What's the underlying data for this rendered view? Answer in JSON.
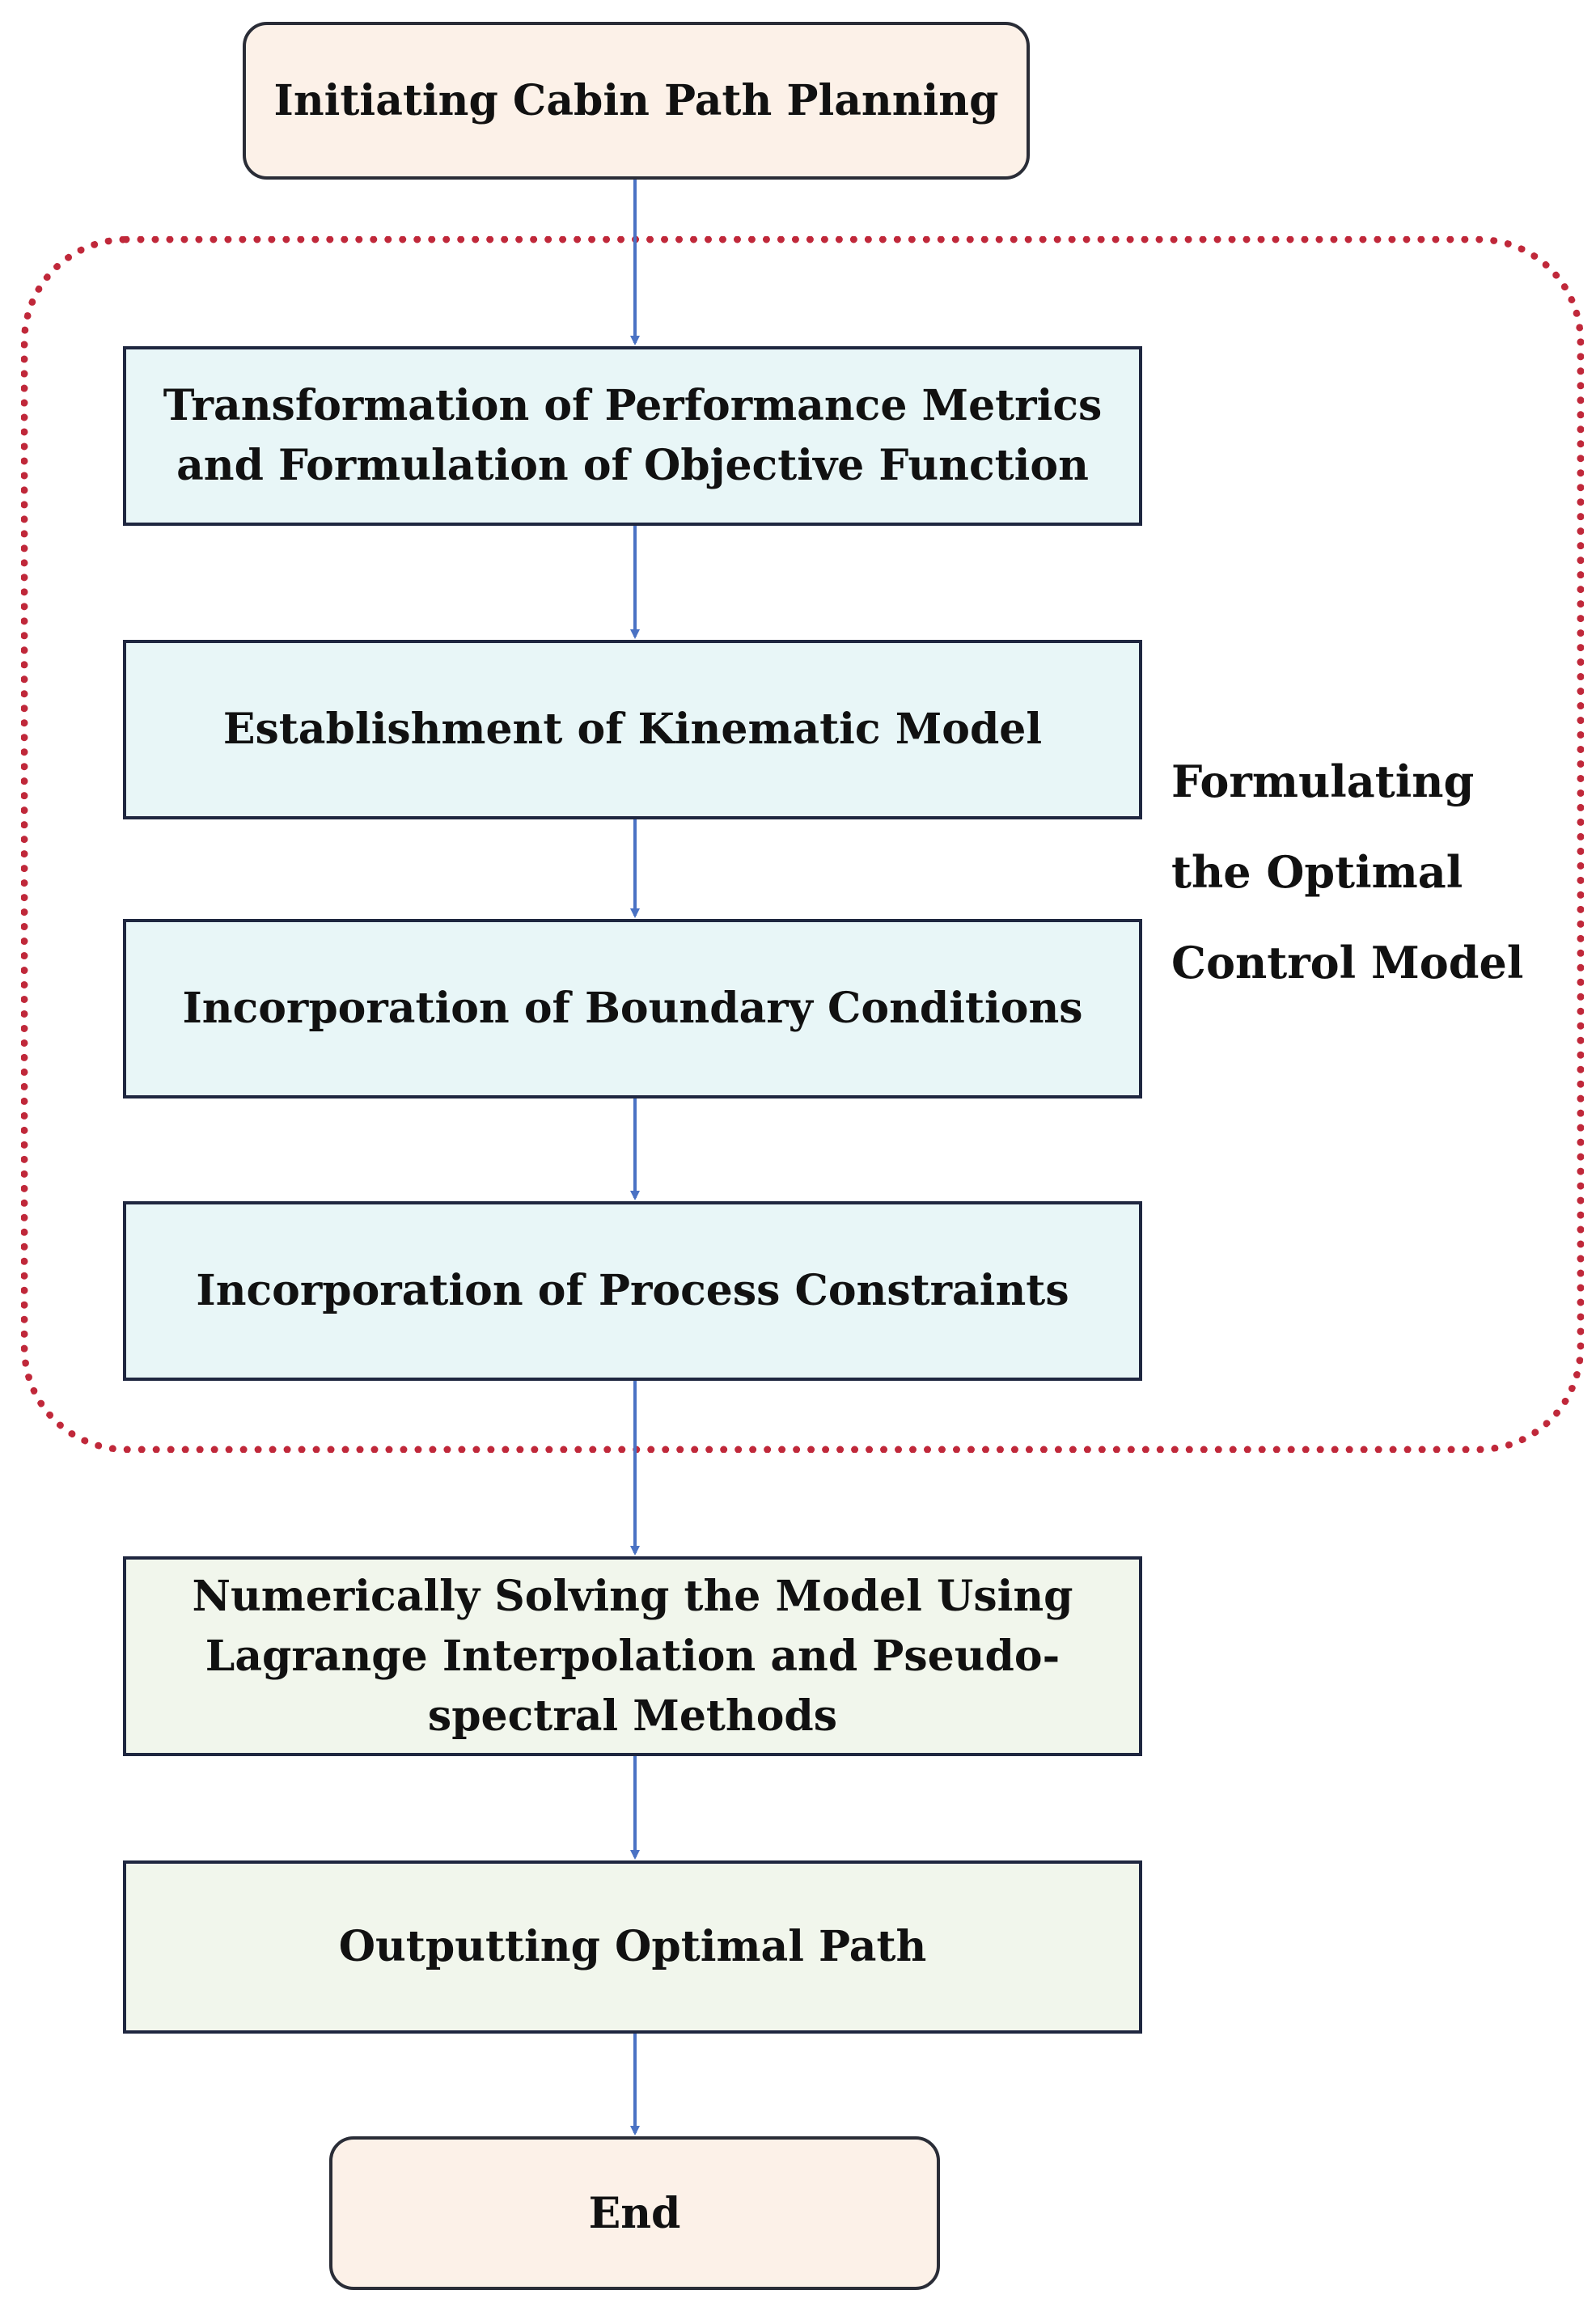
{
  "nodes": {
    "start": {
      "label": "Initiating Cabin Path Planning"
    },
    "objective": {
      "lines": [
        "Transformation of Performance Metrics",
        "and Formulation of Objective Function"
      ]
    },
    "kinematic": {
      "label": "Establishment of Kinematic Model"
    },
    "boundary": {
      "label": "Incorporation of Boundary Conditions"
    },
    "constraints": {
      "label": "Incorporation of Process Constraints"
    },
    "solve": {
      "lines": [
        "Numerically Solving the Model Using",
        "Lagrange Interpolation and Pseudo-",
        "spectral Methods"
      ]
    },
    "output": {
      "label": "Outputting Optimal Path"
    },
    "end": {
      "label": "End"
    }
  },
  "group": {
    "lines": [
      "Formulating",
      "the Optimal",
      "Control Model"
    ]
  },
  "colors": {
    "terminal_fill": "#fcf1e8",
    "model_step_fill": "#e8f6f7",
    "solve_step_fill": "#f1f6ec",
    "arrow": "#4a72c4",
    "group_border": "#c0283a"
  },
  "edges": [
    {
      "from": "start",
      "to": "objective"
    },
    {
      "from": "objective",
      "to": "kinematic"
    },
    {
      "from": "kinematic",
      "to": "boundary"
    },
    {
      "from": "boundary",
      "to": "constraints"
    },
    {
      "from": "constraints",
      "to": "solve"
    },
    {
      "from": "solve",
      "to": "output"
    },
    {
      "from": "output",
      "to": "end"
    }
  ]
}
